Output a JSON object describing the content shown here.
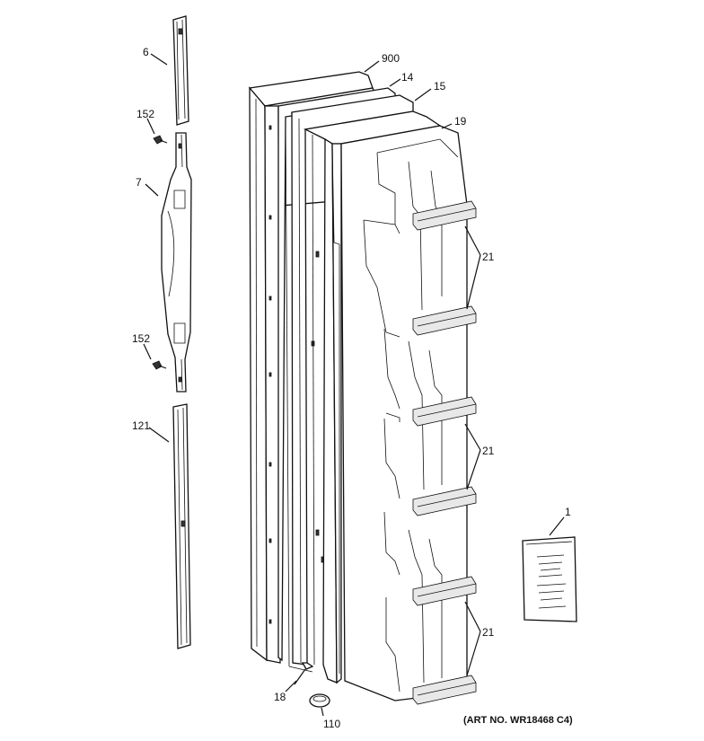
{
  "callouts": {
    "c6": "6",
    "c152a": "152",
    "c7": "7",
    "c152b": "152",
    "c121": "121",
    "c900": "900",
    "c14": "14",
    "c15": "15",
    "c19": "19",
    "c21a": "21",
    "c21b": "21",
    "c21c": "21",
    "c1": "1",
    "c18": "18",
    "c110": "110"
  },
  "art_number": "(ART NO. WR18468 C4)"
}
